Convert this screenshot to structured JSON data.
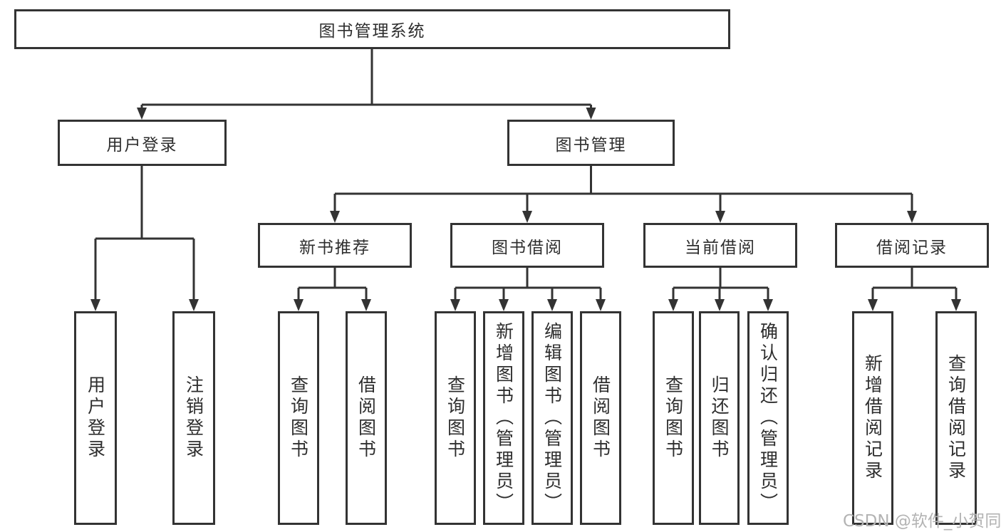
{
  "diagram": {
    "title": "图书管理系统",
    "root": {
      "label": "图书管理系统"
    },
    "level1": {
      "user_login": {
        "label": "用户登录"
      },
      "book_mgmt": {
        "label": "图书管理"
      }
    },
    "level2": {
      "new_book_rec": {
        "label": "新书推荐"
      },
      "book_borrow": {
        "label": "图书借阅"
      },
      "current_borrow": {
        "label": "当前借阅"
      },
      "borrow_records": {
        "label": "借阅记录"
      }
    },
    "leaves": {
      "user": [
        "用户登录",
        "注销登录"
      ],
      "recommend": [
        "查询图书",
        "借阅图书"
      ],
      "borrow": [
        "查询图书",
        "新增图书（管理员）",
        "编辑图书（管理员）",
        "借阅图书"
      ],
      "current": [
        "查询图书",
        "归还图书",
        "确认归还（管理员）"
      ],
      "records": [
        "新增借阅记录",
        "查询借阅记录"
      ]
    }
  },
  "watermark": "CSDN @软件_小贺同学",
  "colors": {
    "line": "#333333",
    "text": "#2e2e2e",
    "watermark": "#b3b3b3",
    "background": "#ffffff"
  }
}
